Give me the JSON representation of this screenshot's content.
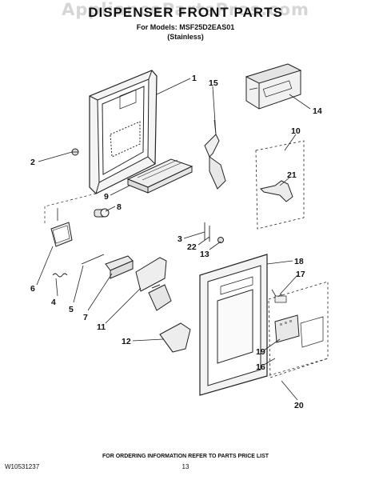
{
  "header": {
    "title": "DISPENSER FRONT PARTS",
    "models_line": "For Models: MSF25D2EAS01",
    "finish_line": "(Stainless)",
    "watermark": "AppliancePartsPros.com"
  },
  "callouts": [
    {
      "id": "c1",
      "label": "1"
    },
    {
      "id": "c15",
      "label": "15"
    },
    {
      "id": "c14",
      "label": "14"
    },
    {
      "id": "c10",
      "label": "10"
    },
    {
      "id": "c2",
      "label": "2"
    },
    {
      "id": "c21",
      "label": "21"
    },
    {
      "id": "c9",
      "label": "9"
    },
    {
      "id": "c8",
      "label": "8"
    },
    {
      "id": "c3",
      "label": "3"
    },
    {
      "id": "c22",
      "label": "22"
    },
    {
      "id": "c13",
      "label": "13"
    },
    {
      "id": "c18",
      "label": "18"
    },
    {
      "id": "c17",
      "label": "17"
    },
    {
      "id": "c6",
      "label": "6"
    },
    {
      "id": "c4",
      "label": "4"
    },
    {
      "id": "c5",
      "label": "5"
    },
    {
      "id": "c7",
      "label": "7"
    },
    {
      "id": "c11",
      "label": "11"
    },
    {
      "id": "c12",
      "label": "12"
    },
    {
      "id": "c19",
      "label": "19"
    },
    {
      "id": "c16",
      "label": "16"
    },
    {
      "id": "c20",
      "label": "20"
    }
  ],
  "footer": {
    "ordering_note": "FOR ORDERING INFORMATION REFER TO PARTS PRICE LIST",
    "document_number": "W10531237",
    "page_number": "13"
  }
}
